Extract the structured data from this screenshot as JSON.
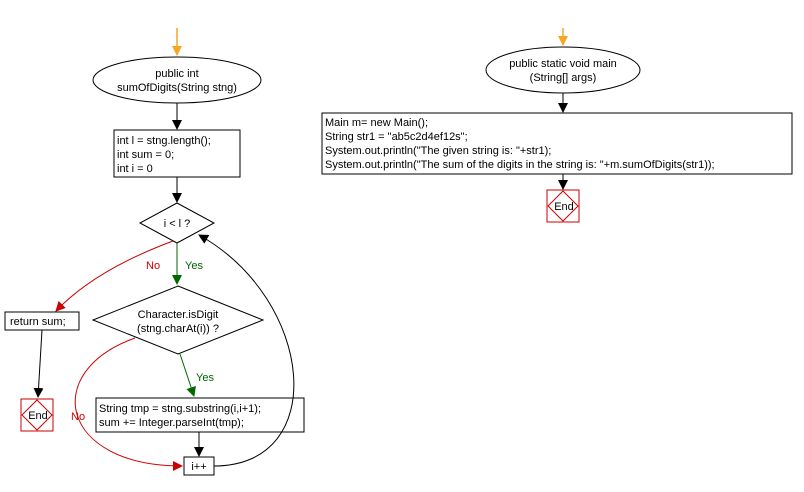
{
  "left_flow": {
    "function_line1": "public int",
    "function_line2": "sumOfDigits(String stng)",
    "init_block": [
      "int l = stng.length();",
      "int sum = 0;",
      "int i = 0"
    ],
    "loop_condition": "i < l ?",
    "branch_yes": "Yes",
    "branch_no": "No",
    "return_statement": "return sum;",
    "end_label": "End",
    "digit_check_line1": "Character.isDigit",
    "digit_check_line2": "(stng.charAt(i)) ?",
    "digit_yes": "Yes",
    "digit_no": "No",
    "sum_block": [
      "String tmp = stng.substring(i,i+1);",
      "sum += Integer.parseInt(tmp);"
    ],
    "increment": "i++"
  },
  "right_flow": {
    "main_line1": "public static void main",
    "main_line2": "(String[] args)",
    "main_block": [
      "Main m= new Main();",
      "String str1 = \"ab5c2d4ef12s\";",
      "System.out.println(\"The given string is: \"+str1);",
      "System.out.println(\"The sum of the digits in the string is: \"+m.sumOfDigits(str1));"
    ],
    "end_label": "End"
  },
  "colors": {
    "start_arrow": "#f5a623",
    "yes": "#006600",
    "no": "#cc0000",
    "end_border": "#cc0000",
    "line": "#000000"
  }
}
